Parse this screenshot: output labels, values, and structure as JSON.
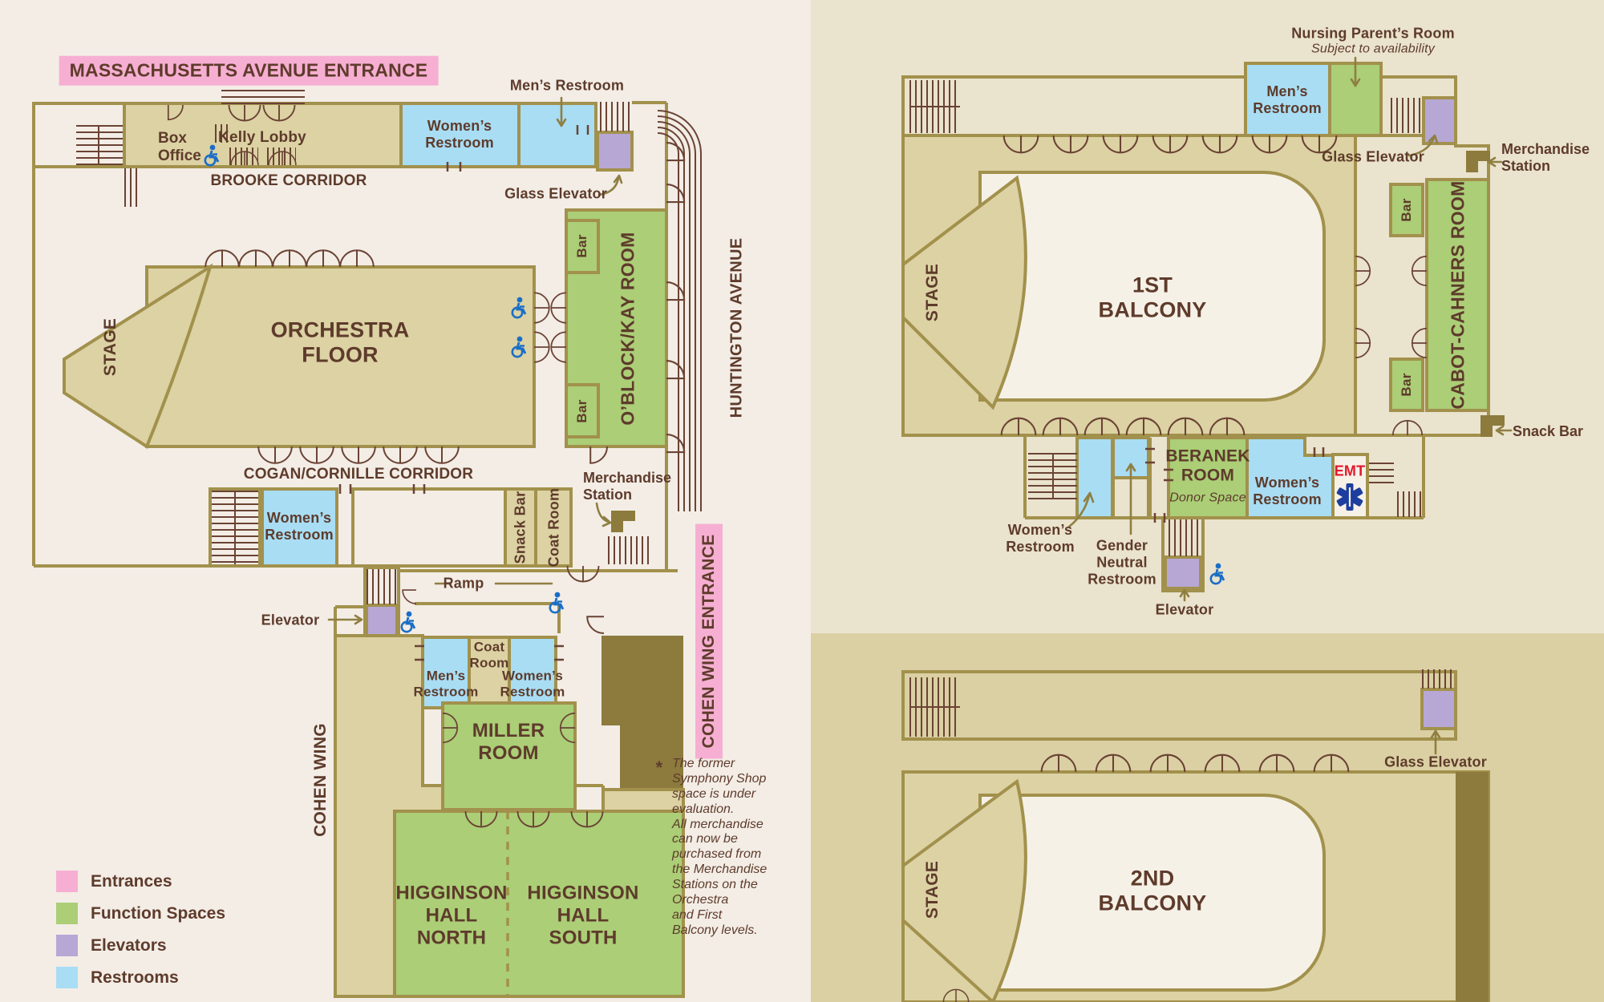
{
  "legend": {
    "items": [
      {
        "label": "Entrances",
        "color": "#F6AFD2"
      },
      {
        "label": "Function Spaces",
        "color": "#ABCE77"
      },
      {
        "label": "Elevators",
        "color": "#B7A7D5"
      },
      {
        "label": "Restrooms",
        "color": "#A8DDF4"
      }
    ]
  },
  "orchestra_level": {
    "entrance_banner": "MASSACHUSETTS AVENUE ENTRANCE",
    "box_office": "Box\nOffice",
    "kelly_lobby": "Kelly Lobby",
    "womens_restroom_lobby": "Women’s\nRestroom",
    "mens_restroom_label": "Men’s Restroom",
    "glass_elevator_label": "Glass Elevator",
    "brooke_corridor": "BROOKE CORRIDOR",
    "stage": "STAGE",
    "orchestra_floor": "ORCHESTRA\nFLOOR",
    "bar_top": "Bar",
    "bar_bottom": "Bar",
    "oblock_kay_room": "O’BLOCK/KAY ROOM",
    "huntington_avenue": "HUNTINGTON AVENUE",
    "cogan_corridor": "COGAN/CORNILLE CORRIDOR",
    "womens_restroom_mid": "Women’s\nRestroom",
    "snack_bar": "Snack Bar",
    "coat_room_mid": "Coat Room",
    "merchandise_station": "Merchandise\nStation",
    "ramp": "Ramp",
    "elevator_label": "Elevator",
    "mens_restroom_cohen": "Men’s\nRestroom",
    "coat_room_cohen": "Coat\nRoom",
    "womens_restroom_cohen": "Women’s\nRestroom",
    "miller_room": "MILLER\nROOM",
    "cohen_wing": "COHEN WING",
    "cohen_wing_entrance": "COHEN WING ENTRANCE",
    "higginson_hall_north": "HIGGINSON\nHALL\nNORTH",
    "higginson_hall_south": "HIGGINSON\nHALL\nSOUTH",
    "note_marker": "*",
    "note": "The former\nSymphony Shop\nspace is under\nevaluation.\nAll merchandise\ncan now be\npurchased from\nthe Merchandise\nStations on the\nOrchestra\nand First\nBalcony levels."
  },
  "first_balcony": {
    "nursing_room": "Nursing Parent’s Room",
    "nursing_availability": "Subject to availability",
    "mens_restroom": "Men’s\nRestroom",
    "glass_elevator_label": "Glass Elevator",
    "merchandise_station": "Merchandise\nStation",
    "stage": "STAGE",
    "balcony": "1ST\nBALCONY",
    "bar_top": "Bar",
    "bar_bottom": "Bar",
    "cabot_cahners_room": "CABOT-CAHNERS ROOM",
    "snack_bar": "Snack Bar",
    "beranek_room": "BERANEK\nROOM",
    "beranek_subtitle": "Donor Space",
    "womens_restroom_inner": "Women’s\nRestroom",
    "emt": "EMT",
    "womens_restroom_outer": "Women’s\nRestroom",
    "gender_neutral_restroom": "Gender\nNeutral\nRestroom",
    "elevator_label": "Elevator"
  },
  "second_balcony": {
    "glass_elevator_label": "Glass Elevator",
    "stage": "STAGE",
    "balcony": "2ND\nBALCONY"
  }
}
